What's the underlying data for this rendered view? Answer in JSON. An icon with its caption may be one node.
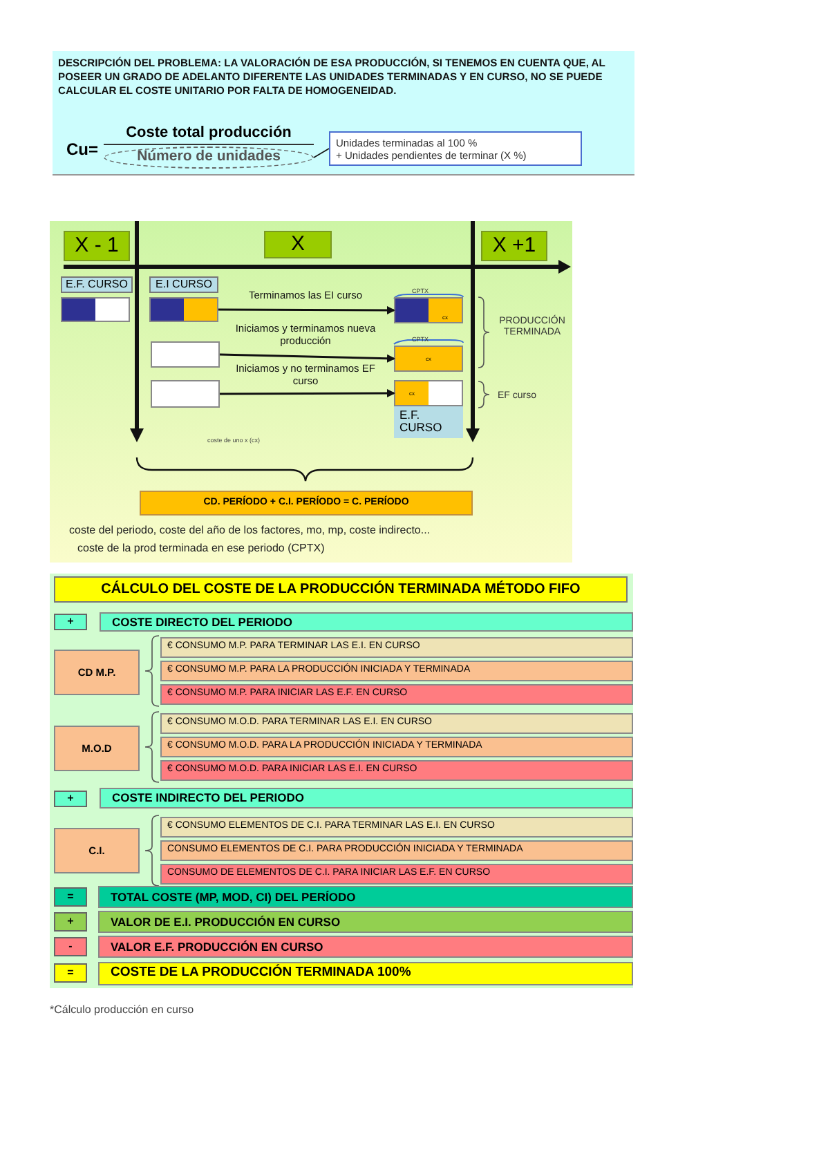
{
  "diagram": {
    "nodes": [
      {
        "text": [
          "DESCRIPCIÓN DEL PROBLEMA: LA VALORACIÓN DE ESA PRODUCCIÓN, SI TENEMOS EN CUENTA QUE, AL POSEER UN GRADO DE ADELANTO DIFERENTE LAS UNIDADES TERMINADAS Y EN CURSO, NO SE PUEDE CALCULAR EL COSTE UNITARIO POR FALTA DE HOMOGENEIDAD."
        ]
      },
      {
        "text": [
          "Número de unidades"
        ],
        "in": 0
      },
      {
        "text": [
          "Unidades terminadas al 100 %",
          "+ Unidades pendientes de terminar (X %)"
        ],
        "in": 0
      },
      {
        "text": [
          "X - 1"
        ]
      },
      {
        "text": [
          "X"
        ]
      },
      {
        "text": [
          "X +1"
        ]
      },
      {
        "text": [
          "E.F. CURSO"
        ]
      },
      {
        "text": [],
        "shape": "bar"
      },
      {
        "text": [
          "E.I CURSO"
        ]
      },
      {
        "text": [],
        "shape": "bar"
      },
      {
        "text": [],
        "shape": "bar"
      },
      {
        "text": [],
        "shape": "bar"
      },
      {
        "text": [
          "cx"
        ],
        "beside": [
          "CPTX"
        ]
      },
      {
        "text": [
          "cx"
        ],
        "beside": [
          "CPTX"
        ]
      },
      {
        "text": [
          "cx"
        ]
      },
      {
        "text": [
          "E.F. CURSO"
        ]
      },
      {
        "text": [
          "CD. PERÍODO + C.I. PERÍODO = C. PERÍODO"
        ]
      },
      {
        "text": [
          "CÁLCULO DEL COSTE DE LA PRODUCCIÓN TERMINADA MÉTODO FIFO"
        ]
      },
      {
        "text": [
          "+"
        ]
      },
      {
        "text": [
          "COSTE DIRECTO DEL PERIODO"
        ]
      },
      {
        "text": [
          "CD M.P."
        ]
      },
      {
        "text": [
          "€ CONSUMO M.P. PARA TERMINAR LAS E.I. EN CURSO"
        ]
      },
      {
        "text": [
          "€ CONSUMO M.P. PARA LA PRODUCCIÓN INICIADA Y TERMINADA"
        ]
      },
      {
        "text": [
          "€ CONSUMO M.P. PARA INICIAR LAS E.F. EN CURSO"
        ]
      },
      {
        "text": [
          "M.O.D"
        ]
      },
      {
        "text": [
          "€ CONSUMO M.O.D. PARA TERMINAR LAS E.I. EN CURSO"
        ]
      },
      {
        "text": [
          "€ CONSUMO M.O.D. PARA LA PRODUCCIÓN INICIADA Y TERMINADA"
        ]
      },
      {
        "text": [
          "€ CONSUMO M.O.D. PARA INICIAR LAS E.I. EN CURSO"
        ]
      },
      {
        "text": [
          "+"
        ]
      },
      {
        "text": [
          "COSTE INDIRECTO DEL PERIODO"
        ]
      },
      {
        "text": [
          "C.I."
        ]
      },
      {
        "text": [
          "€ CONSUMO ELEMENTOS DE C.I. PARA TERMINAR LAS E.I. EN CURSO"
        ]
      },
      {
        "text": [
          "CONSUMO ELEMENTOS DE C.I. PARA PRODUCCIÓN INICIADA Y TERMINADA"
        ]
      },
      {
        "text": [
          "CONSUMO DE ELEMENTOS DE C.I. PARA INICIAR LAS E.F. EN CURSO"
        ]
      },
      {
        "text": [
          "="
        ]
      },
      {
        "text": [
          "TOTAL COSTE (MP, MOD, CI) DEL PERÍODO"
        ]
      },
      {
        "text": [
          "+"
        ]
      },
      {
        "text": [
          "VALOR DE E.I. PRODUCCIÓN EN CURSO"
        ]
      },
      {
        "text": [
          "-"
        ]
      },
      {
        "text": [
          "VALOR E.F. PRODUCCIÓN EN CURSO"
        ]
      },
      {
        "text": [
          "="
        ]
      },
      {
        "text": [
          "COSTE DE LA PRODUCCIÓN TERMINADA 100%"
        ]
      }
    ],
    "edges": [
      {
        "from": 1,
        "to": 2,
        "arrow": "none"
      },
      {
        "from": 9,
        "to": 12,
        "arrow": "to",
        "label": "Terminamos las EI curso"
      },
      {
        "from": 10,
        "to": 13,
        "arrow": "to",
        "label": "Iniciamos y terminamos nueva producción"
      },
      {
        "from": 11,
        "to": 14,
        "arrow": "to",
        "label": "Iniciamos y no terminamos EF curso"
      }
    ],
    "labels": [
      "Cu=",
      "Coste total producción",
      "PRODUCCIÓN TERMINADA",
      "EF curso",
      "coste de uno x (cx)",
      "coste del periodo, coste del año de los factores, mo, mp, coste indirecto...",
      "coste de la prod terminada en ese periodo (CPTX)",
      "*Cálculo producción en curso"
    ]
  }
}
